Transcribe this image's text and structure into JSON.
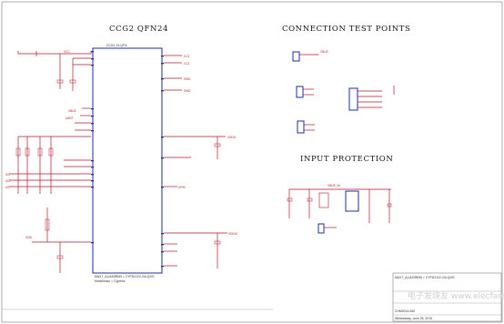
{
  "titles": {
    "chip": "CCG2 QFN24",
    "test_points": "CONNECTION TEST POINTS",
    "protection": "INPUT PROTECTION"
  },
  "chip": {
    "label": "CCG2 24-QFN",
    "footer": [
      "MAXT_ALIAS/RBIN = CYPD2122-24LQXIS",
      "MarsBrown = Cypress"
    ]
  },
  "title_block": {
    "lines": [
      "MAXT_ALIAS/RBIN = CYPD2122-24LQXIS",
      "CHM0014-050",
      "Wednesday, June 26, 2015"
    ],
    "watermark": "电子发烧友 www.elecfans.com"
  },
  "colors": {
    "wire": "#b2162c",
    "outline": "#1c2d9c",
    "title": "#111111"
  }
}
